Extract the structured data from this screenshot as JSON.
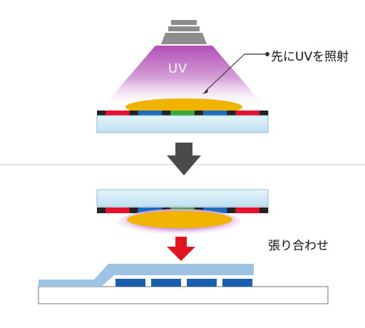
{
  "labels": {
    "uv": "UV",
    "uv_irradiation": "先にUVを照射",
    "bonding": "張り合わせ"
  },
  "colors": {
    "lamp_gray": "#8f8f8f",
    "uv_purple": "#b45ab8",
    "resin_yellow": "#f0b400",
    "glass_blue": "#cfe9f5",
    "pixel_black": "#222222",
    "pixel_red": "#e8102a",
    "pixel_blue": "#1e6cc0",
    "pixel_green": "#3aa83a",
    "step_arrow": "#4a4a4a",
    "bond_arrow": "#e0151f",
    "panel_blue": "#9cc3e4",
    "module_blue": "#1a5fae"
  },
  "pixel_pattern": [
    "black",
    "red",
    "black",
    "blue",
    "black",
    "green",
    "black",
    "blue",
    "black",
    "red",
    "black"
  ],
  "module_cells": 4
}
